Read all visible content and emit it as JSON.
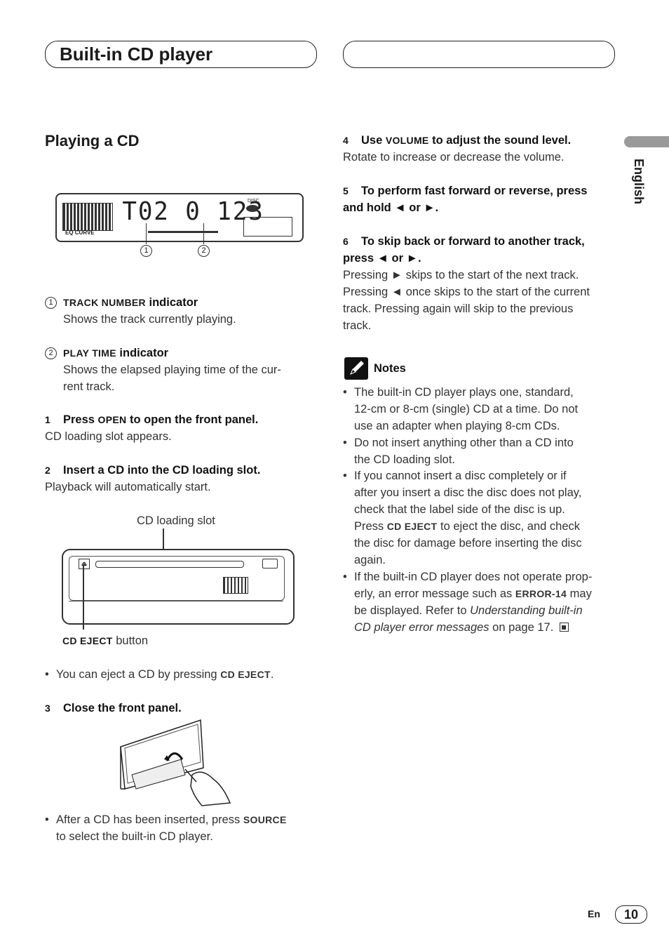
{
  "header": {
    "left_title": "Built-in CD player",
    "right_title": ""
  },
  "side_tab": {
    "label": "English"
  },
  "section": {
    "title": "Playing a CD"
  },
  "display": {
    "segments": "T02 0 123",
    "disc_label": "DISC",
    "eq_label": "EQ CURVE",
    "callout_1": "1",
    "callout_2": "2"
  },
  "indicators": [
    {
      "num": "1",
      "name": "TRACK NUMBER",
      "rest": " indicator",
      "desc": "Shows the track currently playing."
    },
    {
      "num": "2",
      "name": "PLAY TIME",
      "rest": " indicator",
      "desc_1": "Shows the elapsed playing time of the cur-",
      "desc_2": "rent track."
    }
  ],
  "steps": {
    "s1": {
      "num": "1",
      "pre": "Press ",
      "key": "OPEN",
      "post": " to open the front panel.",
      "desc": "CD loading slot appears."
    },
    "s2": {
      "num": "2",
      "text": "Insert a CD into the CD loading slot.",
      "desc": "Playback will automatically start."
    },
    "s3": {
      "num": "3",
      "text": "Close the front panel."
    },
    "s4": {
      "num": "4",
      "pre": "Use ",
      "key": "VOLUME",
      "post": " to adjust the sound level.",
      "desc": "Rotate to increase or decrease the volume."
    },
    "s5": {
      "num": "5",
      "line1": "To perform fast forward or reverse, press",
      "line2": "and hold ◄ or ►."
    },
    "s6": {
      "num": "6",
      "line1": "To skip back or forward to another track,",
      "line2": "press ◄ or ►.",
      "desc": [
        "Pressing ► skips to the start of the next track.",
        "Pressing ◄ once skips to the start of the current",
        "track. Pressing again will skip to the previous",
        "track."
      ]
    }
  },
  "slot_figure": {
    "top_label": "CD loading slot",
    "eject_key": "CD EJECT",
    "eject_rest": " button"
  },
  "bullet_eject": {
    "pre": "You can eject a CD by pressing ",
    "key": "CD EJECT",
    "post": "."
  },
  "bullet_source": {
    "pre": "After a CD has been inserted, press ",
    "key": "SOURCE",
    "line2": "to select the built-in CD player."
  },
  "notes": {
    "title": "Notes",
    "n1": [
      "The built-in CD player plays one, standard,",
      "12-cm or 8-cm (single) CD at a time. Do not",
      "use an adapter when playing 8-cm CDs."
    ],
    "n2": [
      "Do not insert anything other than a CD into",
      "the CD loading slot."
    ],
    "n3": {
      "lines": [
        "If you cannot insert a disc completely or if",
        "after you insert a disc the disc does not play,",
        "check that the label side of the disc is up."
      ],
      "l4_pre": "Press ",
      "l4_key": "CD EJECT",
      "l4_post": " to eject the disc, and check",
      "l5": "the disc for damage before inserting the disc",
      "l6": "again."
    },
    "n4": {
      "l1": "If the built-in CD player does not operate prop-",
      "l2_pre": "erly, an error message such as ",
      "l2_key": "ERROR-14",
      "l2_post": " may",
      "l3_pre": "be displayed. Refer to ",
      "l3_italic": "Understanding built-in",
      "l4_italic": "CD player error messages",
      "l4_post": " on page 17."
    }
  },
  "footer": {
    "lang": "En",
    "page": "10"
  }
}
